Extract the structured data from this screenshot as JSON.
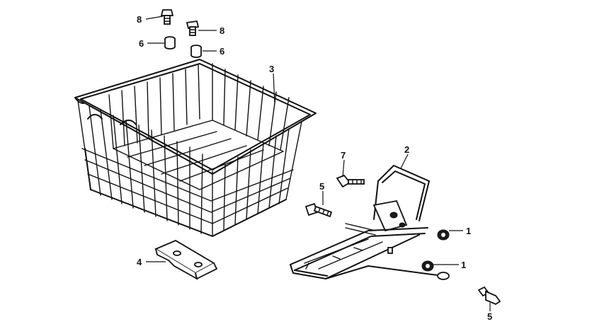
{
  "callouts": {
    "c8a": "8",
    "c8b": "8",
    "c6a": "6",
    "c6b": "6",
    "c3": "3",
    "c2": "2",
    "c7": "7",
    "c5a": "5",
    "c1a": "1",
    "c1b": "1",
    "c4": "4",
    "c5b": "5"
  }
}
